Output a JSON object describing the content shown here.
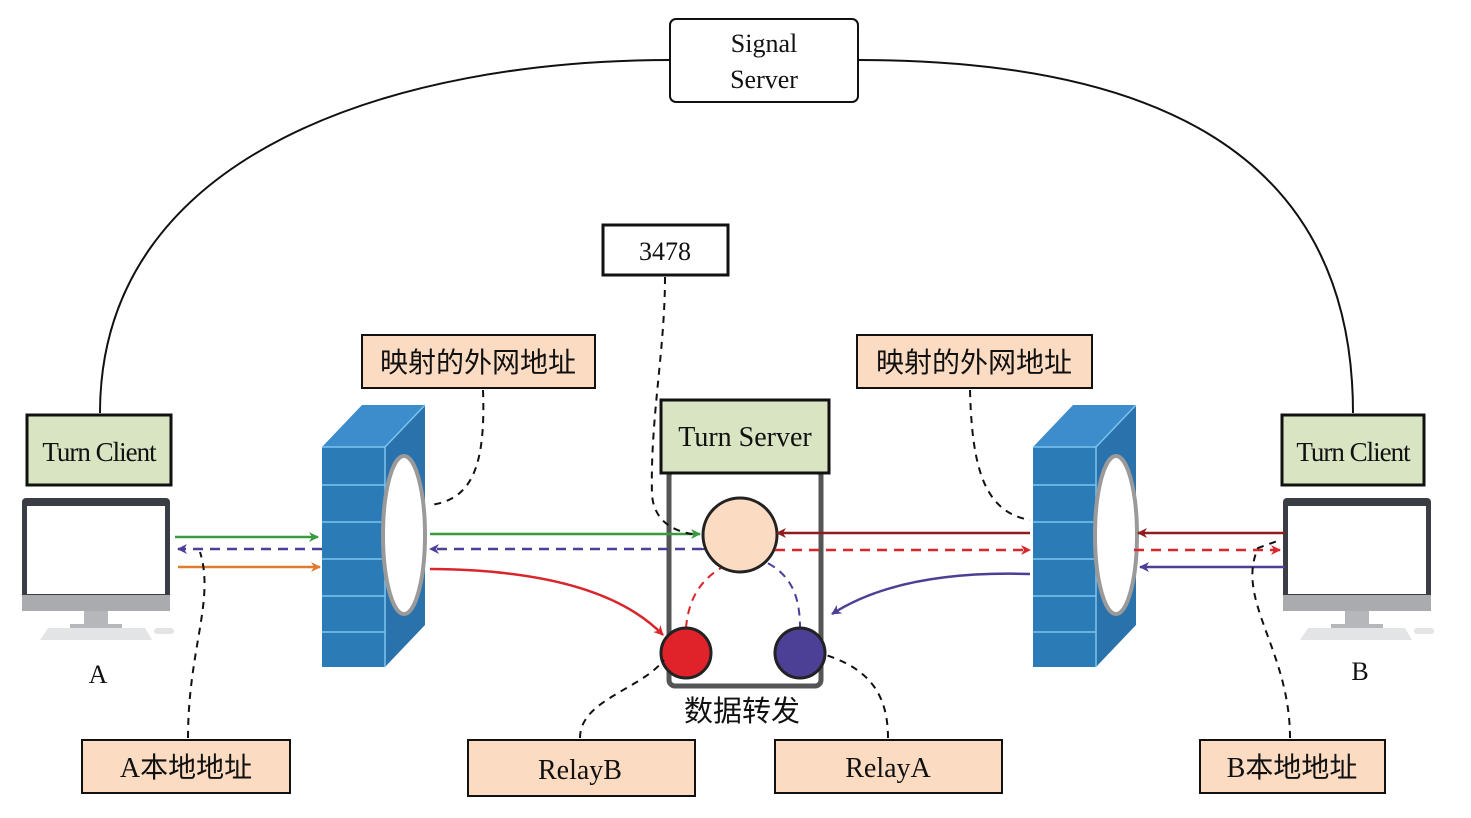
{
  "signal_server": {
    "line1": "Signal",
    "line2": "Server"
  },
  "port_label": "3478",
  "left": {
    "client_label": "Turn Client",
    "host_label": "A",
    "mapped_address": "映射的外网地址",
    "local_address": "A本地地址"
  },
  "right": {
    "client_label": "Turn Client",
    "host_label": "B",
    "mapped_address": "映射的外网地址",
    "local_address": "B本地地址"
  },
  "turn_server": {
    "label": "Turn Server",
    "forward_label": "数据转发",
    "relay_b": "RelayB",
    "relay_a": "RelayA"
  },
  "colors": {
    "client_box": "#d8e4c2",
    "address_box": "#fbdbc2",
    "firewall": "#2b7bb6",
    "green": "#3a9a3e",
    "orange": "#e07b30",
    "blue": "#4b3f96",
    "red": "#d8262c",
    "dark_red": "#8e1d1d"
  }
}
